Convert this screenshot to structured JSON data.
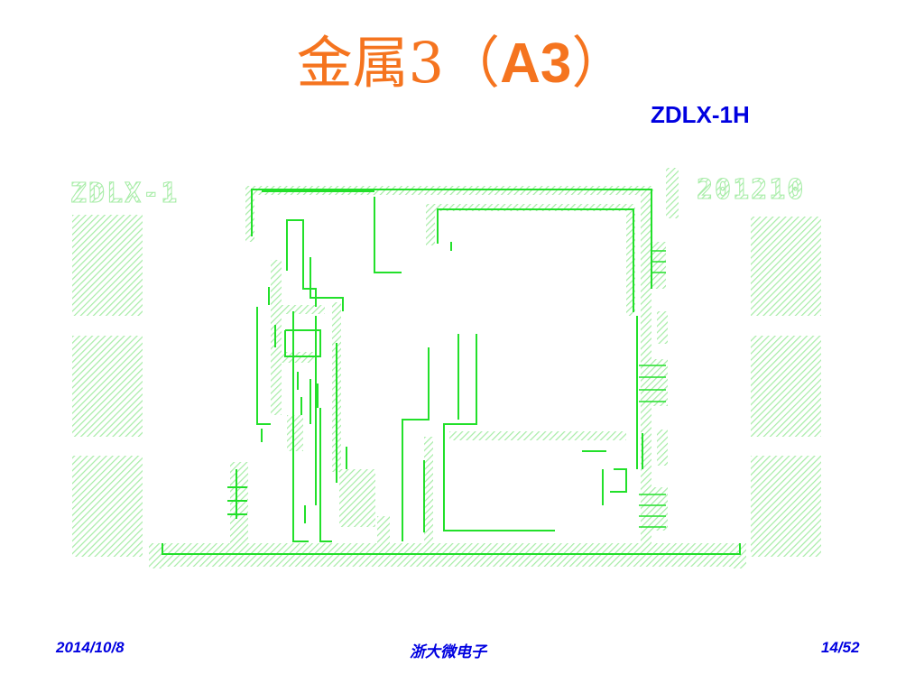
{
  "slide": {
    "title_cn": "金属3（",
    "title_code": "A3",
    "title_end": "）",
    "chip_id": "ZDLX-1H"
  },
  "diagram": {
    "label_left": "ZDLX-1",
    "label_right": "201210",
    "colors": {
      "hatch": "#a6eca6",
      "line": "#22e02a",
      "background": "#ffffff"
    }
  },
  "footer": {
    "date": "2014/10/8",
    "org": "浙大微电子",
    "page": "14/52"
  }
}
